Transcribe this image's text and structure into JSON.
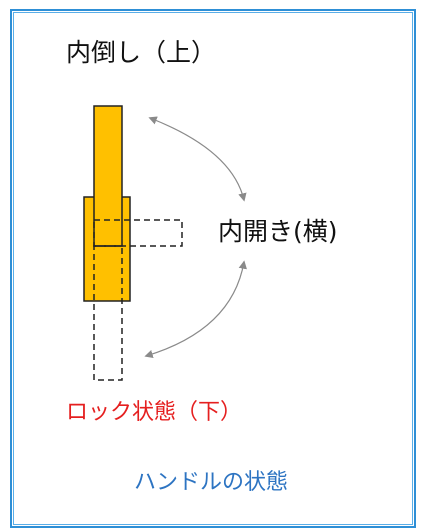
{
  "labels": {
    "inward_tilt_up": "内倒し（上）",
    "inward_open_side": "内開き(横)",
    "locked_down": "ロック状態（下）",
    "caption": "ハンドルの状態"
  },
  "colors": {
    "handle_fill": "#ffc000",
    "handle_stroke": "#222222",
    "arrow": "#8a8a8a",
    "lock_text": "#e51f1f",
    "caption_text": "#2d74c2",
    "frame": "#2e8fd6"
  }
}
